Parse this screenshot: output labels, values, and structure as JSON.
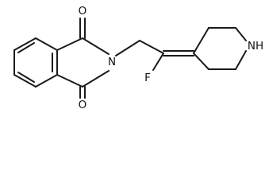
{
  "molecule": {
    "atoms": {
      "oxygen_top": "O",
      "oxygen_bottom": "O",
      "nitrogen_imide": "N",
      "fluorine": "F",
      "nitrogen_amine": "NH"
    }
  },
  "colors": {
    "bond": "#1a1a1a",
    "label": "#111111",
    "background": "#ffffff"
  }
}
